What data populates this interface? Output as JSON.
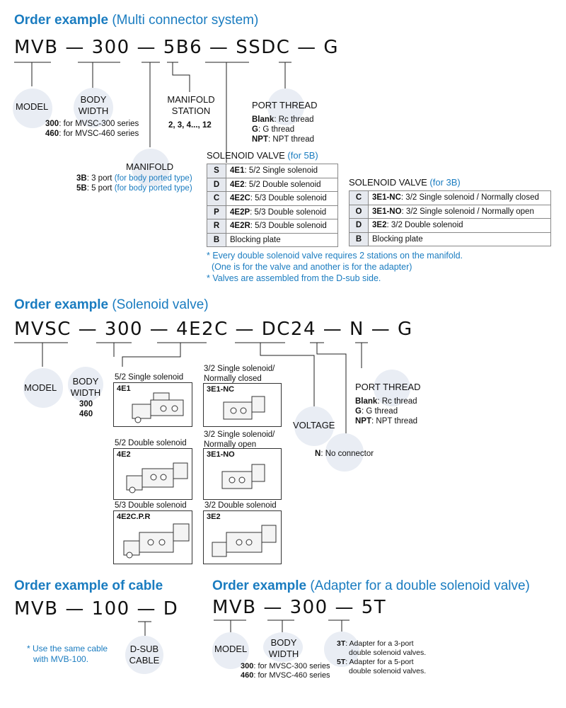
{
  "sec1": {
    "title_bold": "Order example",
    "title_rest": "(Multi connector system)",
    "code": "MVB — 300 — 5B6 — SSDC — G",
    "model": "MODEL",
    "body_width": [
      "BODY",
      "WIDTH"
    ],
    "body_width_opts": [
      {
        "code": "300",
        "text": ": for MVSC-300 series"
      },
      {
        "code": "460",
        "text": ": for MVSC-460 series"
      }
    ],
    "manifold_station": [
      "MANIFOLD",
      "STATION"
    ],
    "manifold_station_values": "2, 3, 4..., 12",
    "manifold": "MANIFOLD",
    "manifold_opts": [
      {
        "code": "3B",
        "text": ": 3 port ",
        "note": "(for body ported type)"
      },
      {
        "code": "5B",
        "text": ": 5 port ",
        "note": "(for body ported type)"
      }
    ],
    "port_thread": "PORT THREAD",
    "port_thread_opts": [
      {
        "code": "Blank",
        "text": ": Rc thread"
      },
      {
        "code": "G",
        "text": ": G thread"
      },
      {
        "code": "NPT",
        "text": ": NPT thread"
      }
    ],
    "sv5b_title": "SOLENOID VALVE",
    "sv5b_note": "(for 5B)",
    "sv5b_rows": [
      {
        "k": "S",
        "code": "4E1",
        "text": ": 5/2 Single solenoid"
      },
      {
        "k": "D",
        "code": "4E2",
        "text": ": 5/2 Double solenoid"
      },
      {
        "k": "C",
        "code": "4E2C",
        "text": ": 5/3 Double solenoid"
      },
      {
        "k": "P",
        "code": "4E2P",
        "text": ": 5/3 Double solenoid"
      },
      {
        "k": "R",
        "code": "4E2R",
        "text": ": 5/3 Double solenoid"
      },
      {
        "k": "B",
        "code": "",
        "text": "Blocking plate"
      }
    ],
    "sv3b_title": "SOLENOID VALVE",
    "sv3b_note": "(for 3B)",
    "sv3b_rows": [
      {
        "k": "C",
        "code": "3E1-NC",
        "text": ": 3/2 Single solenoid / Normally closed"
      },
      {
        "k": "O",
        "code": "3E1-NO",
        "text": ": 3/2 Single solenoid / Normally open"
      },
      {
        "k": "D",
        "code": "3E2",
        "text": ": 3/2 Double solenoid"
      },
      {
        "k": "B",
        "code": "",
        "text": "Blocking plate"
      }
    ],
    "notes": [
      "* Every double solenoid valve requires 2 stations on the manifold.",
      "  (One is for the valve and another is for the adapter)",
      "* Valves are assembled from the D-sub side."
    ]
  },
  "sec2": {
    "title_bold": "Order example",
    "title_rest": "(Solenoid valve)",
    "code": "MVSC — 300 — 4E2C — DC24 — N — G",
    "model": "MODEL",
    "body_width": [
      "BODY",
      "WIDTH"
    ],
    "body_width_values": [
      "300",
      "460"
    ],
    "valves": [
      {
        "caption": "5/2 Single solenoid",
        "tag": "4E1"
      },
      {
        "caption": "5/2 Double solenoid",
        "tag": "4E2"
      },
      {
        "caption": "5/3 Double solenoid",
        "tag": "4E2C.P.R"
      },
      {
        "caption": "3/2 Single solenoid/ Normally closed",
        "caption_lines": [
          "3/2 Single solenoid/",
          "Normally closed"
        ],
        "tag": "3E1-NC"
      },
      {
        "caption": "3/2 Single solenoid/ Normally open",
        "caption_lines": [
          "3/2 Single solenoid/",
          "Normally open"
        ],
        "tag": "3E1-NO"
      },
      {
        "caption": "3/2 Double solenoid",
        "tag": "3E2"
      }
    ],
    "voltage": "VOLTAGE",
    "no_connector": {
      "code": "N",
      "text": ": No connector"
    },
    "port_thread": "PORT THREAD",
    "port_thread_opts": [
      {
        "code": "Blank",
        "text": ": Rc thread"
      },
      {
        "code": "G",
        "text": ": G thread"
      },
      {
        "code": "NPT",
        "text": ": NPT thread"
      }
    ]
  },
  "sec3": {
    "title": "Order example of cable",
    "code": "MVB — 100 — D",
    "note": [
      "* Use the same cable",
      "with MVB-100."
    ],
    "dsub": [
      "D-SUB",
      "CABLE"
    ]
  },
  "sec4": {
    "title_bold": "Order example",
    "title_rest": "(Adapter for a double solenoid valve)",
    "code": "MVB — 300 — 5T",
    "model": "MODEL",
    "body_width": [
      "BODY",
      "WIDTH"
    ],
    "body_width_opts": [
      {
        "code": "300",
        "text": ": for MVSC-300 series"
      },
      {
        "code": "460",
        "text": ": for MVSC-460 series"
      }
    ],
    "adapter_opts": [
      {
        "code": "3T",
        "text": ": Adapter for a 3-port",
        "text2": "double solenoid valves."
      },
      {
        "code": "5T",
        "text": ": Adapter for a 5-port",
        "text2": "double solenoid valves."
      }
    ]
  },
  "colors": {
    "accent": "#1a7cc0",
    "bubble": "#e9edf4",
    "table_key": "#e6e9ef"
  }
}
